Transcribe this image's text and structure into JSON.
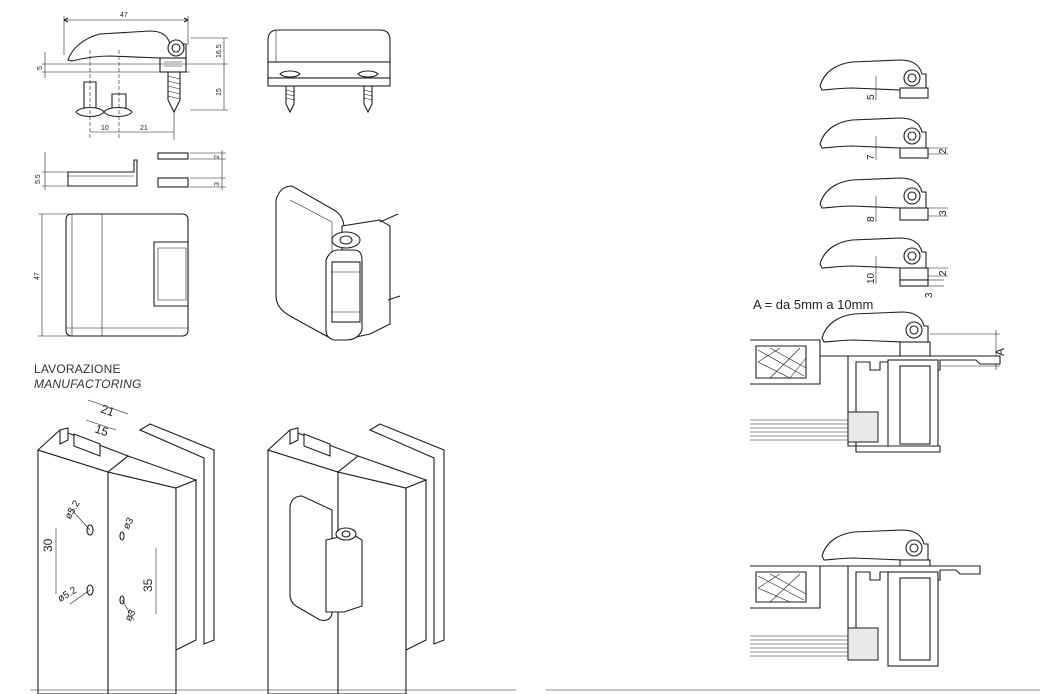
{
  "section": {
    "title": "LAVORAZIONE",
    "subtitle": "MANUFACTORING"
  },
  "adjust_note": "A = da 5mm a 10mm",
  "dimensions": {
    "top_width": "47",
    "left_5": "5",
    "right_16_5": "16.5",
    "right_15": "15",
    "bottom_10": "10",
    "bottom_21": "21",
    "shim_5_5": "5.5",
    "shim_2": "2",
    "shim_3": "3",
    "height_47": "47"
  },
  "manufacturing": {
    "d21": "21",
    "d15": "15",
    "d30": "30",
    "d35": "35",
    "hole_a": "ø5.2",
    "hole_b": "ø5.2",
    "hole_c": "ø3",
    "hole_d": "ø3"
  },
  "variants": [
    {
      "left": "5",
      "right": ""
    },
    {
      "left": "7",
      "right": "2"
    },
    {
      "left": "8",
      "right": "3"
    },
    {
      "left": "10",
      "right": "2",
      "extra": "3"
    }
  ],
  "a_label": "A"
}
